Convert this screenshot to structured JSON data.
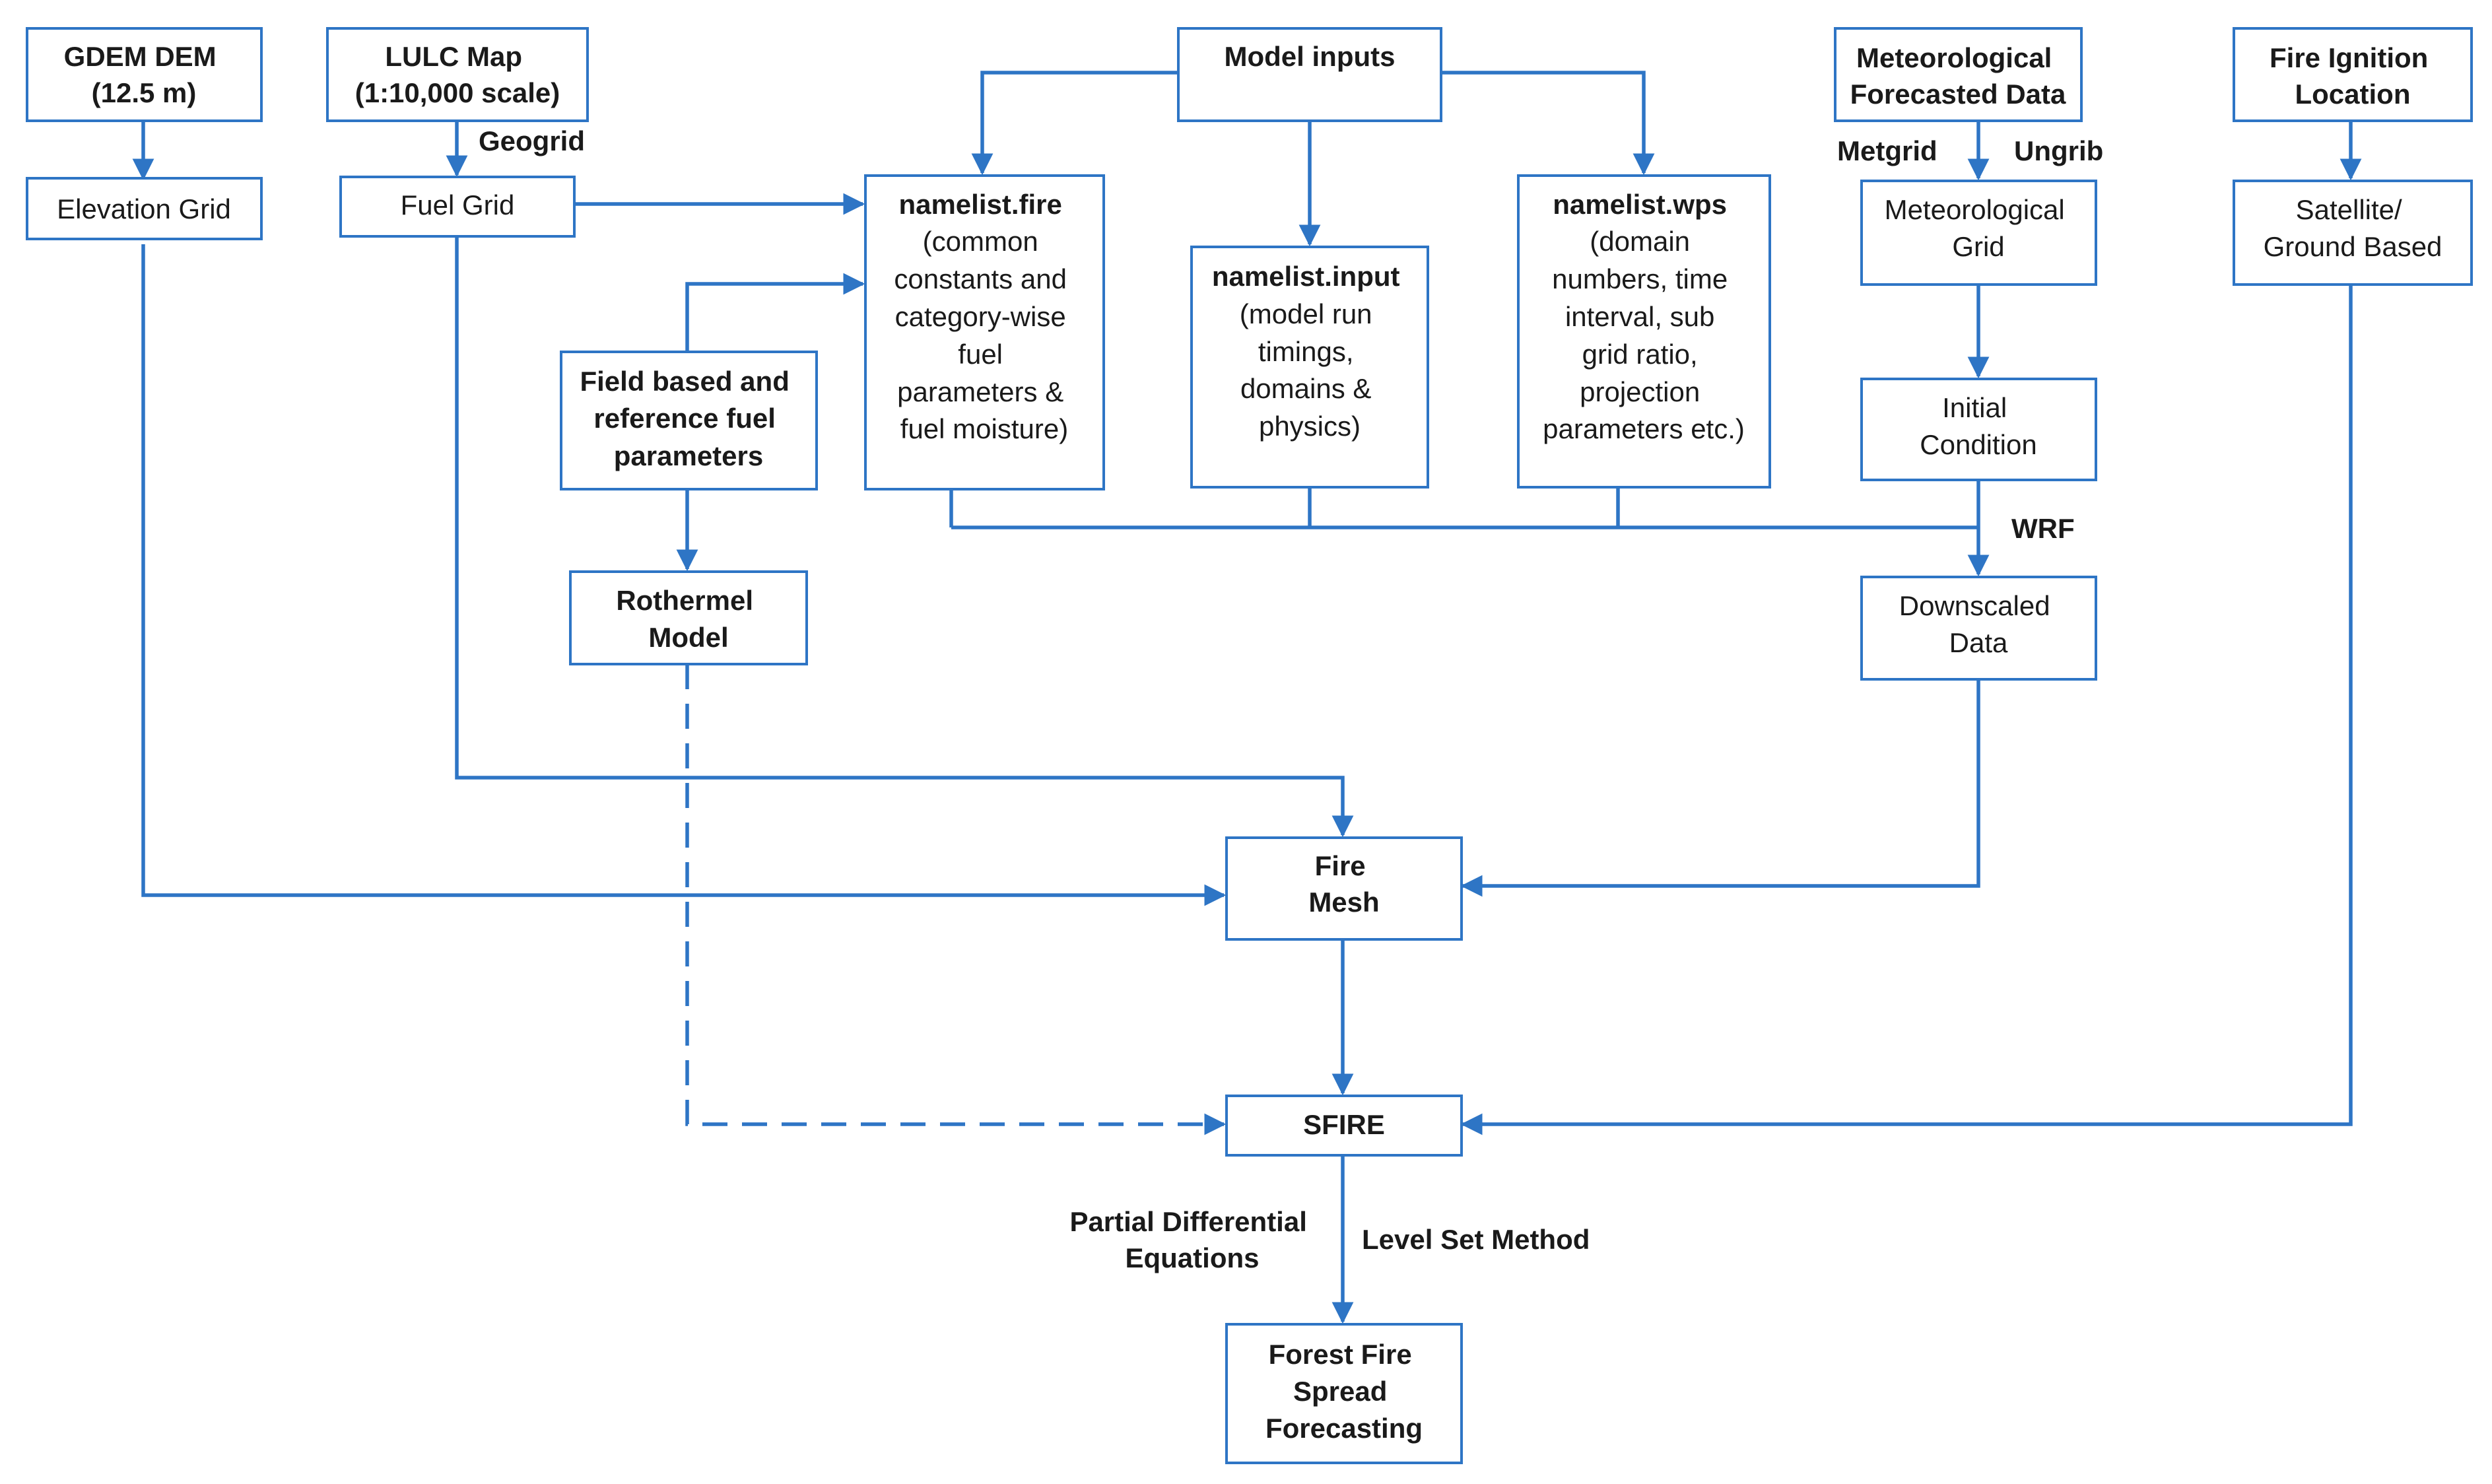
{
  "colors": {
    "box_border": "#2e75c5",
    "connector": "#2e75c5",
    "text": "#1a1a1a",
    "background": "#ffffff"
  },
  "nodes": {
    "gdem_dem": {
      "lines": [
        "GDEM DEM",
        "(12.5 m)"
      ]
    },
    "elevation_grid": {
      "lines": [
        "Elevation Grid"
      ]
    },
    "lulc_map": {
      "lines": [
        "LULC Map",
        "(1:10,000  scale)"
      ]
    },
    "fuel_grid": {
      "lines": [
        "Fuel Grid"
      ]
    },
    "model_inputs": {
      "lines": [
        "Model inputs"
      ]
    },
    "namelist_fire": {
      "title": "namelist.fire",
      "lines": [
        "(common",
        "constants and",
        "category-wise",
        "fuel",
        "parameters &",
        "fuel moisture)"
      ]
    },
    "namelist_input": {
      "title": "namelist.input",
      "lines": [
        "(model run",
        "timings,",
        "domains &",
        "physics)"
      ]
    },
    "namelist_wps": {
      "title": "namelist.wps",
      "lines": [
        "(domain",
        "numbers, time",
        "interval, sub",
        "grid ratio,",
        "projection",
        "parameters etc.)"
      ]
    },
    "field_fuel_params": {
      "lines": [
        "Field based  and",
        "reference fuel",
        "parameters"
      ]
    },
    "rothermel_model": {
      "lines": [
        "Rothermel",
        "Model"
      ]
    },
    "met_forecast": {
      "lines": [
        "Meteorological",
        "Forecasted Data"
      ]
    },
    "met_grid": {
      "lines": [
        "Meteorological",
        "Grid"
      ]
    },
    "initial_condition": {
      "lines": [
        "Initial",
        "Condition"
      ]
    },
    "downscaled_data": {
      "lines": [
        "Downscaled",
        "Data"
      ]
    },
    "fire_ignition": {
      "lines": [
        "Fire Ignition",
        "Location"
      ]
    },
    "satellite_ground": {
      "lines": [
        "Satellite/",
        "Ground Based"
      ]
    },
    "fire_mesh": {
      "lines": [
        "Fire",
        "Mesh"
      ]
    },
    "sfire": {
      "lines": [
        "SFIRE"
      ]
    },
    "forecast": {
      "lines": [
        "Forest Fire",
        "Spread",
        "Forecasting"
      ]
    }
  },
  "edge_labels": {
    "geogrid": "Geogrid",
    "metgrid": "Metgrid",
    "ungrib": "Ungrib",
    "wrf": "WRF",
    "pde": [
      "Partial Differential",
      "Equations"
    ],
    "level_set": "Level Set Method"
  }
}
